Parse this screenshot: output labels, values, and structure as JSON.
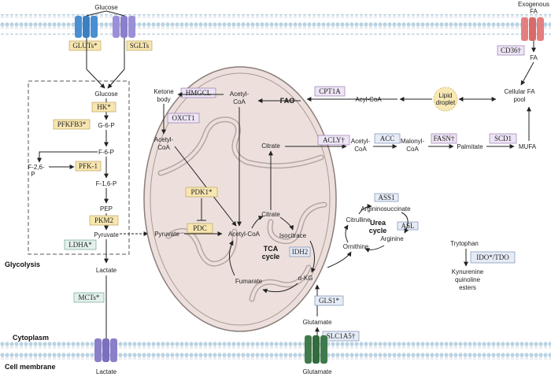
{
  "membrane": {
    "top_label": "",
    "cytoplasm": "Cytoplasm",
    "cell_membrane": "Cell membrane",
    "color": "#cfe3ef"
  },
  "transporters": {
    "glucose_in": "Glucose",
    "gluts": "GLUTs*",
    "sglts": "SGLTs",
    "exo_fa": [
      "Exogenous",
      "FA"
    ],
    "cd36": "CD36†",
    "fa": "FA",
    "lactate_out": "Lactate",
    "mcts": "MCTs*",
    "glutamate_out": "Glutamate",
    "slc1a5": "SLC1A5†"
  },
  "glycolysis": {
    "title": "Glycolysis",
    "glucose": "Glucose",
    "hk": "HK*",
    "g6p": "G-6-P",
    "pfkfb3": "PFKFB3*",
    "f6p": "F-6-P",
    "f26p": [
      "F-2,6-",
      "P"
    ],
    "pfk1": "PFK-1",
    "f16p": "F-1,6-P",
    "pep": "PEP",
    "pkm2": "PKM2",
    "pyruvate": "Pyruvate",
    "ldha": "LDHA*",
    "lactate": "Lactate"
  },
  "mito": {
    "ketone": [
      "Ketone",
      "body"
    ],
    "hmgcl": "HMGCL",
    "acetyl_coa_top": [
      "Acetyl-",
      "CoA"
    ],
    "fao": "FAO",
    "oxct1": "OXCT1",
    "acetyl_coa_left": [
      "Acetyl-",
      "CoA"
    ],
    "citrate_top": "Citrate",
    "pdk1": "PDK1*",
    "pdc": "PDC",
    "pyruvate": "Pyruvate",
    "acetyl_coa": "Acetyl-CoA",
    "citrate": "Citrate",
    "isocitrate": "Isocitrace",
    "idh2": "IDH2",
    "tca": [
      "TCA",
      "cycle"
    ],
    "fumarate": "Fumarate",
    "akg": "α-KG",
    "color": "#ede0dc"
  },
  "lipid": {
    "cpt1a": "CPT1A",
    "acyl_coa": "Acyl-CoA",
    "droplet": [
      "Lipid",
      "droplet"
    ],
    "cellular_fa": [
      "Cellular FA",
      "pool"
    ],
    "acly": "ACLY†",
    "acetyl_coa": [
      "Acetyl-",
      "CoA"
    ],
    "acc": "ACC",
    "malonyl": [
      "Malonyl-",
      "CoA"
    ],
    "fasn": "FASN†",
    "palmitate": "Palmitate",
    "scd1": "SCD1",
    "mufa": "MUFA"
  },
  "urea": {
    "ass1": "ASS1",
    "argininosuccinate": "Argininosuccinate",
    "citrulline": "Citrulline",
    "title": [
      "Urea",
      "cycle"
    ],
    "asl": "ASL",
    "ornithine": "Ornithine",
    "arginine": "Arginine"
  },
  "trp": {
    "tryptophan": "Trytophan",
    "ido": "IDO*/TDO",
    "kynurenine": [
      "Kynurenine",
      "quinoline",
      "esters"
    ]
  },
  "glutamine": {
    "gls1": "GLS1*",
    "glutamate": "Glutamate"
  },
  "colors": {
    "yellow_box": "#f7e6b0",
    "purple_box": "#ede4f4",
    "green_box": "#e3f1ec",
    "blue_box": "#e6ecf6",
    "glut": "#4a8fd1",
    "sglt": "#9b8fd8",
    "cd36": "#e57f7f",
    "mct": "#8a7fc8",
    "slc": "#3f7a4a"
  }
}
